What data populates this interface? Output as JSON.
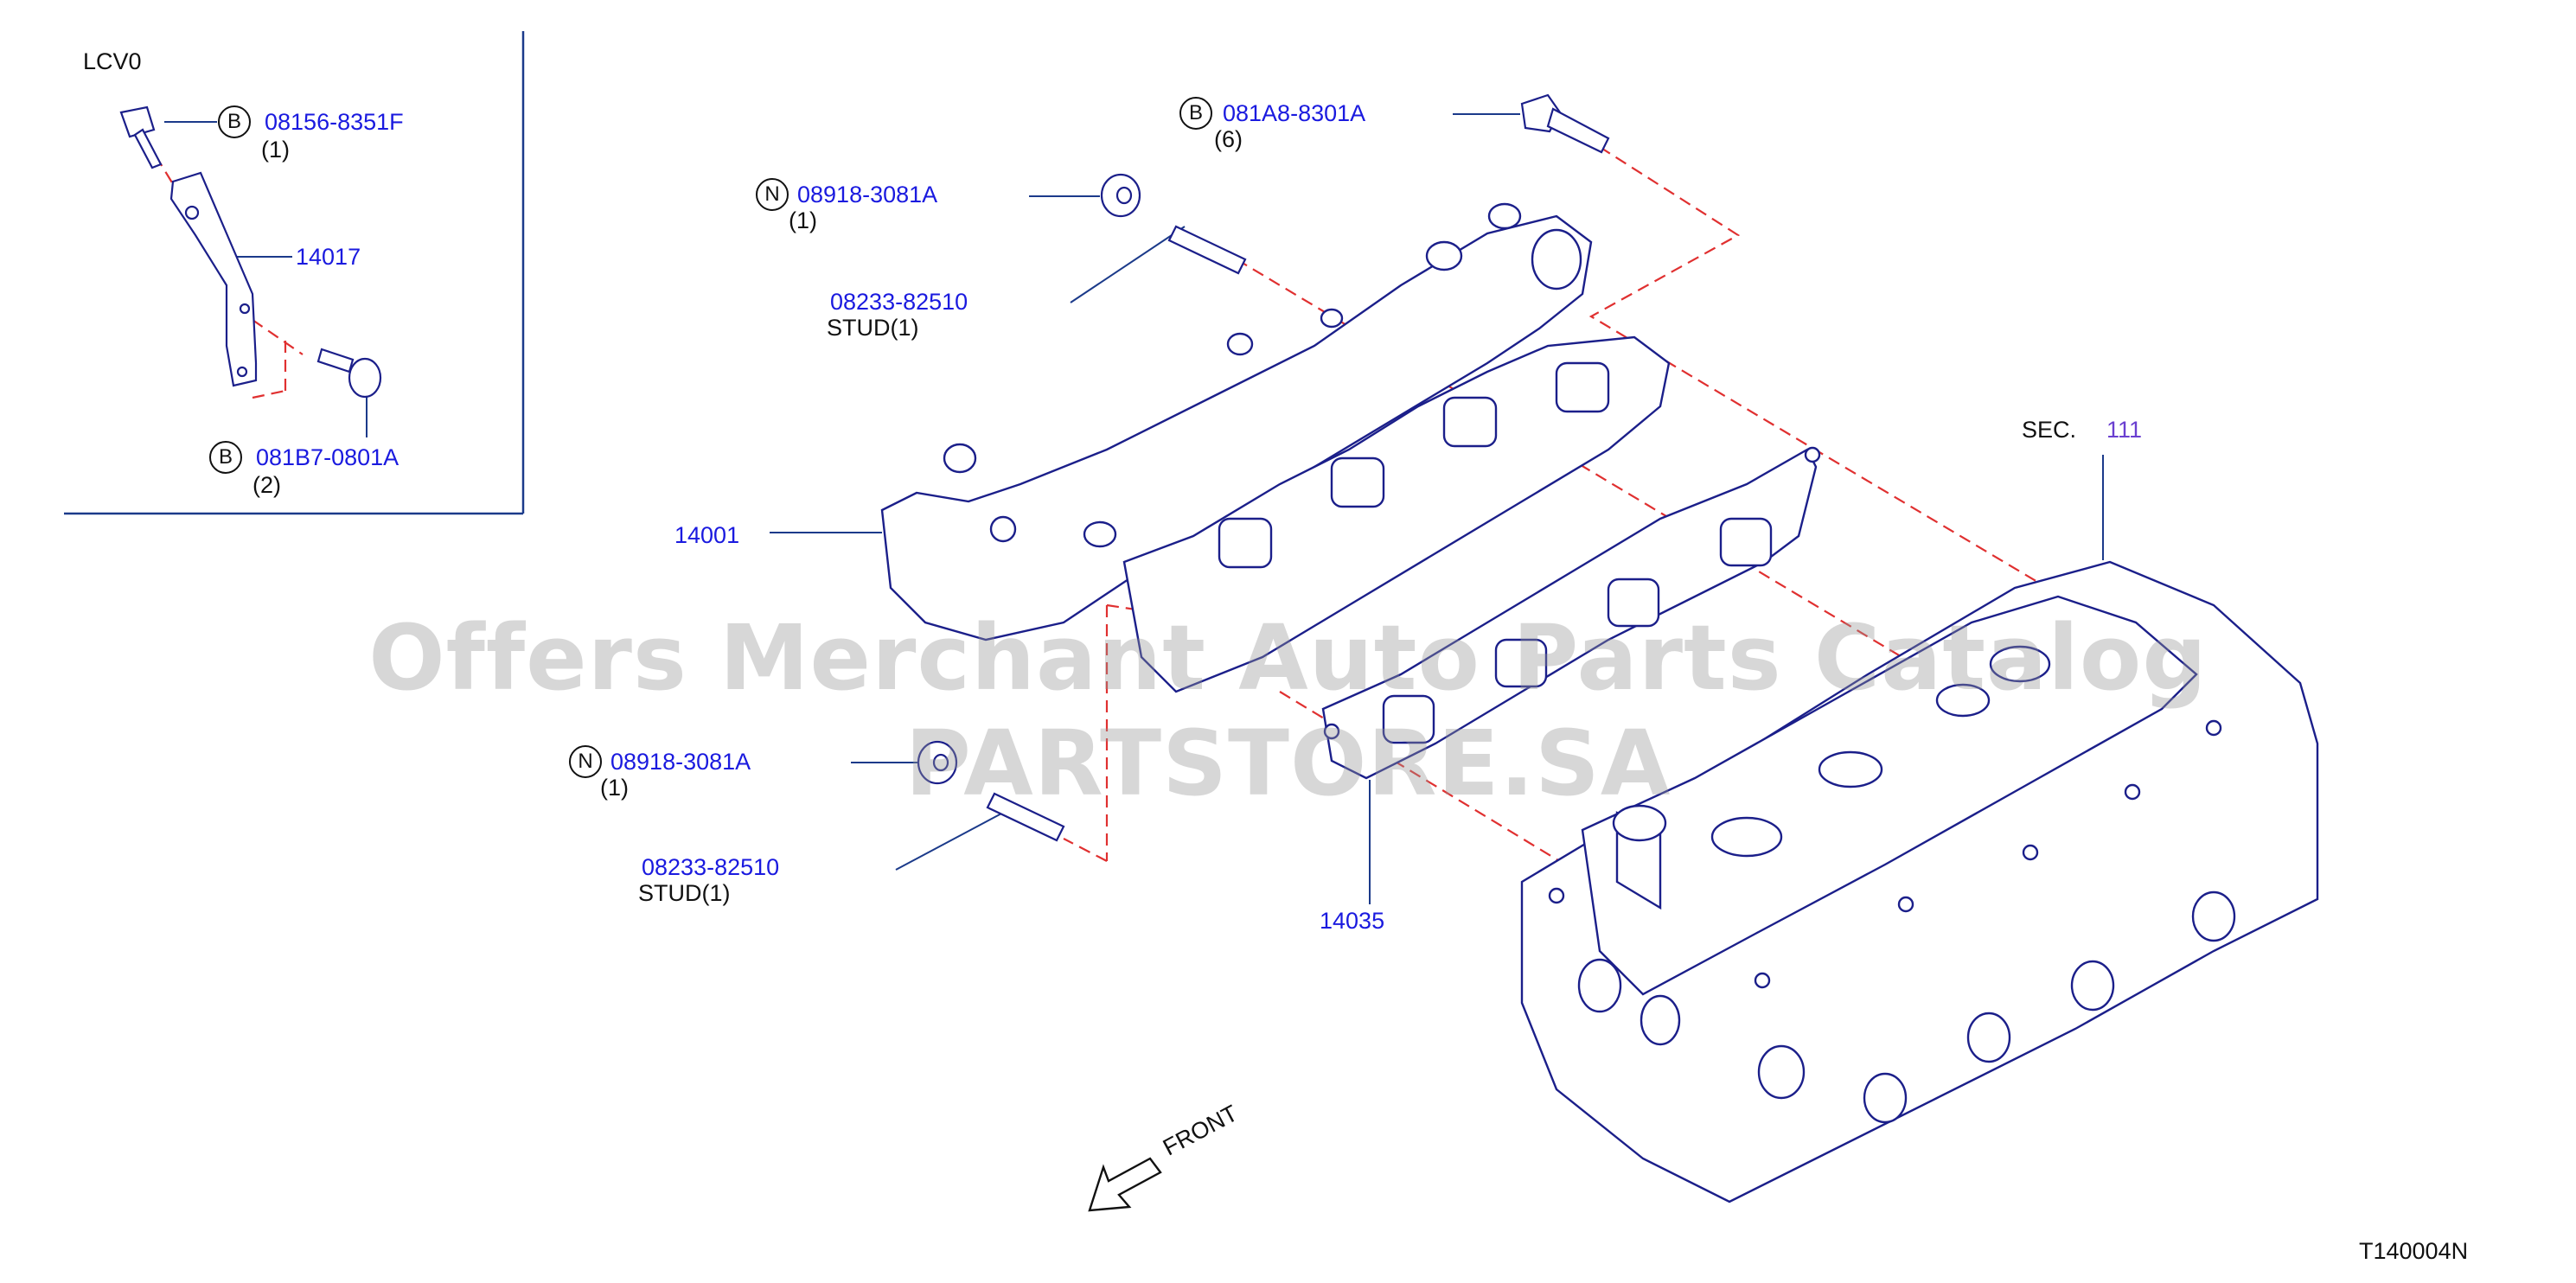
{
  "inset": {
    "title": "LCV0"
  },
  "callouts": {
    "bolt_top_left": {
      "letter": "B",
      "part": "08156-8351F",
      "qty": "(1)"
    },
    "bracket": {
      "part": "14017"
    },
    "bolt_bottom_left": {
      "letter": "B",
      "part": "081B7-0801A",
      "qty": "(2)"
    },
    "bolt_top": {
      "letter": "B",
      "part": "081A8-8301A",
      "qty": "(6)"
    },
    "nut_top": {
      "letter": "N",
      "part": "08918-3081A",
      "qty": "(1)"
    },
    "stud_top": {
      "part": "08233-82510",
      "desc": "STUD(1)"
    },
    "manifold": {
      "part": "14001"
    },
    "nut_bottom": {
      "letter": "N",
      "part": "08918-3081A",
      "qty": "(1)"
    },
    "stud_bottom": {
      "part": "08233-82510",
      "desc": "STUD(1)"
    },
    "gasket": {
      "part": "14035"
    },
    "section": {
      "label": "SEC.",
      "number": "111"
    }
  },
  "front_label": "FRONT",
  "diagram_code": "T140004N",
  "watermark": "Offers Merchant Auto Parts Catalog PARTSTORE.SA",
  "colors": {
    "part_link": "#1a1adf",
    "section_link": "#6a3fd0",
    "dashed_line": "#e03030",
    "drawing": "#1b1f8a"
  }
}
